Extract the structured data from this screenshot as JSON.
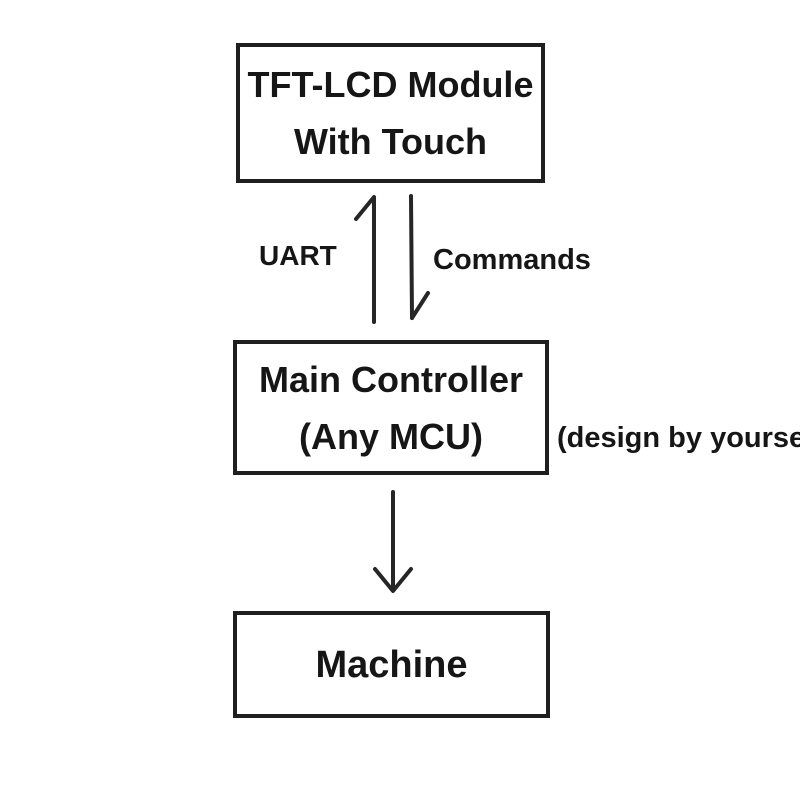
{
  "diagram": {
    "nodes": {
      "tft_lcd": {
        "line1": "TFT-LCD Module",
        "line2": "With Touch"
      },
      "main_controller": {
        "line1": "Main Controller",
        "line2": "(Any MCU)"
      },
      "machine": {
        "label": "Machine"
      }
    },
    "edge_labels": {
      "uart": "UART",
      "commands": "Commands"
    },
    "annotations": {
      "design_note": "(design by yourself)"
    },
    "colors": {
      "background": "#ffffff",
      "stroke": "#262626",
      "text": "#161616",
      "box_border": "#1f1f1f"
    }
  }
}
